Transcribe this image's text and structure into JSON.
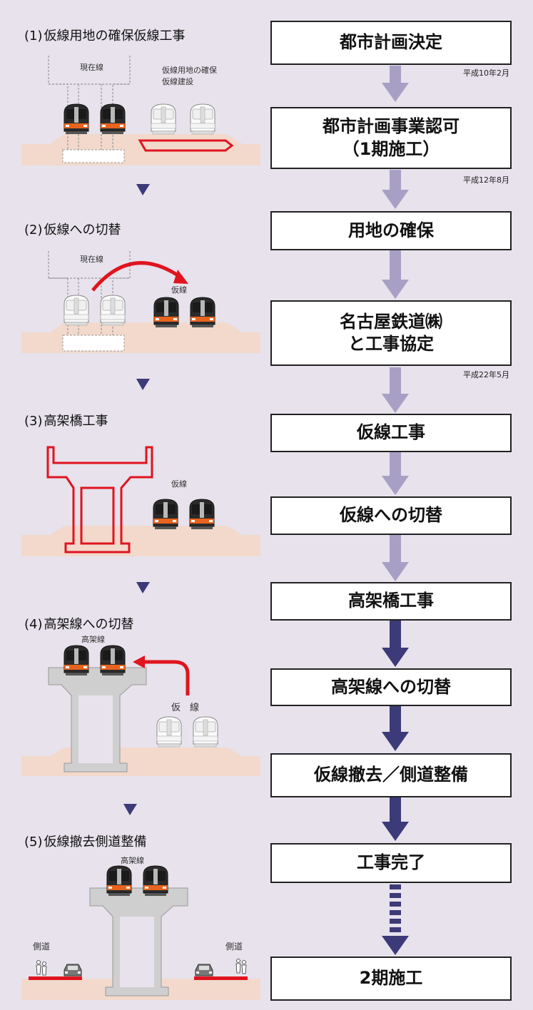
{
  "steps": [
    {
      "num": "(1)",
      "title": "仮線用地の確保仮線工事"
    },
    {
      "num": "(2)",
      "title": "仮線への切替"
    },
    {
      "num": "(3)",
      "title": "高架橋工事"
    },
    {
      "num": "(4)",
      "title": "高架線への切替"
    },
    {
      "num": "(5)",
      "title": "仮線撤去側道整備"
    }
  ],
  "labels": {
    "current_line": "現在線",
    "temp_secure_1": "仮線用地の確保",
    "temp_secure_2": "仮線建設",
    "temp_line": "仮線",
    "temp_line_spaced": "仮　線",
    "elevated_line": "高架線",
    "side_road": "側道"
  },
  "flow": [
    {
      "text": "都市計画決定"
    },
    {
      "text_1": "都市計画事業認可",
      "text_2": "（1期施工）"
    },
    {
      "text": "用地の確保"
    },
    {
      "text_1": "名古屋鉄道㈱",
      "text_2": "と工事協定"
    },
    {
      "text": "仮線工事"
    },
    {
      "text": "仮線への切替"
    },
    {
      "text": "高架橋工事"
    },
    {
      "text": "高架線への切替"
    },
    {
      "text": "仮線撤去／側道整備"
    },
    {
      "text": "工事完了"
    },
    {
      "text": "2期施工"
    }
  ],
  "dates": [
    "平成10年2月",
    "平成12年8月",
    "平成22年5月"
  ],
  "colors": {
    "background": "#e7e2ec",
    "ground": "#f2d9cc",
    "light_arrow": "#a8a0c4",
    "dark_arrow": "#3c3a78",
    "highlight_red": "#e0141e",
    "viaduct_gray": "#cfcfcf"
  }
}
